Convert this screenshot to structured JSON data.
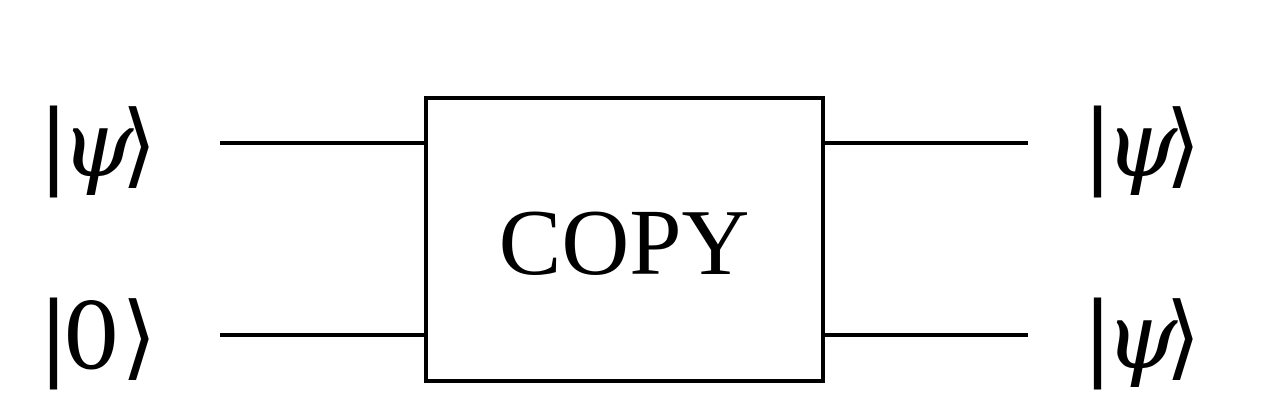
{
  "diagram": {
    "inputs": {
      "top": {
        "prefix": "|",
        "symbol": "ψ",
        "suffix": "⟩"
      },
      "bottom": {
        "prefix": "|",
        "symbol": "0",
        "suffix": "⟩"
      }
    },
    "gate": {
      "label": "COPY"
    },
    "outputs": {
      "top": {
        "prefix": "|",
        "symbol": "ψ",
        "suffix": "⟩"
      },
      "bottom": {
        "prefix": "|",
        "symbol": "ψ",
        "suffix": "⟩"
      }
    },
    "colors": {
      "ink": "#000000",
      "background": "#ffffff"
    }
  }
}
